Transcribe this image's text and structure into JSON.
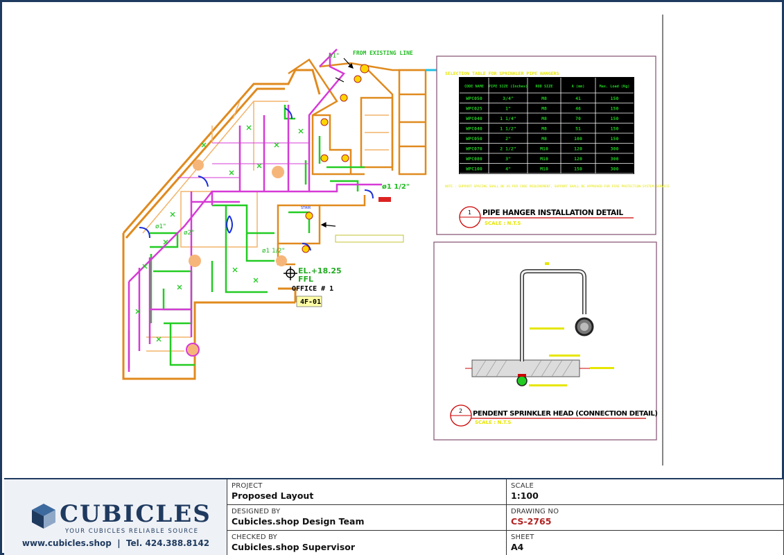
{
  "drawing": {
    "labels": {
      "from_existing_line": "FROM EXISTING LINE",
      "pipe_1": "ø1\"",
      "pipe_2": "ø2\"",
      "pipe_1_half_right": "ø1 1/2\"",
      "pipe_1_half_mid": "ø1 1/2\"",
      "elevation": "EL.+18.25",
      "ffl": "FFL",
      "office": "OFFICE # 1",
      "room_tag": "4F-01",
      "stair": "STAIR"
    },
    "detail1": {
      "table_title": "SELECTION TABLE FOR SPRINKLER PIPE HANGERS",
      "headers": [
        "CODE NAME",
        "PIPE SIZE (Inches)",
        "ROD SIZE",
        "A (mm)",
        "Max. Load (Kg)"
      ],
      "rows": [
        [
          "WPC050",
          "3/4\"",
          "M8",
          "41",
          "150"
        ],
        [
          "WPC025",
          "1\"",
          "M8",
          "46",
          "150"
        ],
        [
          "WPC040",
          "1 1/4\"",
          "M8",
          "70",
          "150"
        ],
        [
          "WPC040",
          "1 1/2\"",
          "M8",
          "51",
          "150"
        ],
        [
          "WPC050",
          "2\"",
          "M8",
          "100",
          "150"
        ],
        [
          "WPC070",
          "2 1/2\"",
          "M10",
          "120",
          "300"
        ],
        [
          "WPC080",
          "3\"",
          "M10",
          "120",
          "300"
        ],
        [
          "WPC100",
          "4\"",
          "M10",
          "150",
          "300"
        ]
      ],
      "note": "NOTE : SUPPORT SPACING SHALL BE AS PER CODE REQUIREMENT, SUPPORT SHALL BE APPROVED FOR FIRE PROTECTION SYSTEM SERVICE",
      "number": "1",
      "title": "PIPE HANGER INSTALLATION DETAIL",
      "scale": "SCALE : N.T.S"
    },
    "detail2": {
      "number": "2",
      "title": "PENDENT SPRINKLER HEAD (CONNECTION DETAIL)",
      "scale": "SCALE : N.T.S"
    }
  },
  "title_block": {
    "logo": {
      "name": "CUBICLES",
      "tagline": "YOUR CUBICLES RELIABLE SOURCE",
      "contact": "www.cubicles.shop  |  Tel. 424.388.8142"
    },
    "project_label": "PROJECT",
    "project_value": "Proposed Layout",
    "scale_label": "SCALE",
    "scale_value": "1:100",
    "designed_label": "DESIGNED BY",
    "designed_value": "Cubicles.shop Design Team",
    "drawing_no_label": "DRAWING NO",
    "drawing_no_value": "CS-2765",
    "checked_label": "CHECKED BY",
    "checked_value": "Cubicles.shop Supervisor",
    "sheet_label": "SHEET",
    "sheet_value": "A4"
  }
}
